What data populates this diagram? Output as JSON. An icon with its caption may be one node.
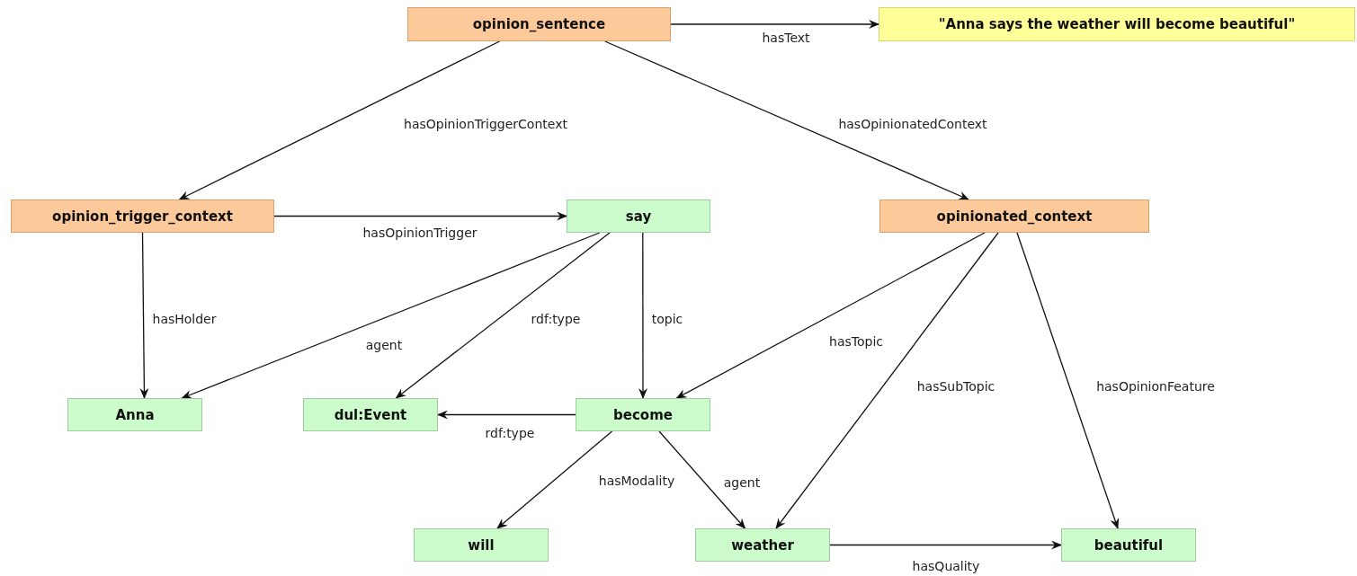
{
  "diagram": {
    "nodes": [
      {
        "text": [
          "opinion_sentence"
        ]
      },
      {
        "text": [
          "\"Anna says the weather will become beautiful\""
        ]
      },
      {
        "text": [
          "opinion_trigger_context"
        ]
      },
      {
        "text": [
          "say"
        ]
      },
      {
        "text": [
          "opinionated_context"
        ]
      },
      {
        "text": [
          "Anna"
        ]
      },
      {
        "text": [
          "dul:Event"
        ]
      },
      {
        "text": [
          "become"
        ]
      },
      {
        "text": [
          "will"
        ]
      },
      {
        "text": [
          "weather"
        ]
      },
      {
        "text": [
          "beautiful"
        ]
      }
    ],
    "edges": [
      {
        "from": 0,
        "to": 1,
        "arrow": "to",
        "label": "hasText"
      },
      {
        "from": 0,
        "to": 2,
        "arrow": "to",
        "label": "hasOpinionTriggerContext"
      },
      {
        "from": 0,
        "to": 4,
        "arrow": "to",
        "label": "hasOpinionatedContext"
      },
      {
        "from": 2,
        "to": 3,
        "arrow": "to",
        "label": "hasOpinionTrigger"
      },
      {
        "from": 2,
        "to": 5,
        "arrow": "to",
        "label": "hasHolder"
      },
      {
        "from": 3,
        "to": 5,
        "arrow": "to",
        "label": "agent"
      },
      {
        "from": 3,
        "to": 6,
        "arrow": "to",
        "label": "rdf:type"
      },
      {
        "from": 3,
        "to": 7,
        "arrow": "to",
        "label": "topic"
      },
      {
        "from": 4,
        "to": 7,
        "arrow": "to",
        "label": "hasTopic"
      },
      {
        "from": 4,
        "to": 9,
        "arrow": "to",
        "label": "hasSubTopic"
      },
      {
        "from": 4,
        "to": 10,
        "arrow": "to",
        "label": "hasOpinionFeature"
      },
      {
        "from": 7,
        "to": 6,
        "arrow": "to",
        "label": "rdf:type"
      },
      {
        "from": 7,
        "to": 8,
        "arrow": "to",
        "label": "hasModality"
      },
      {
        "from": 7,
        "to": 9,
        "arrow": "to",
        "label": "agent"
      },
      {
        "from": 9,
        "to": 10,
        "arrow": "to",
        "label": "hasQuality"
      }
    ]
  }
}
